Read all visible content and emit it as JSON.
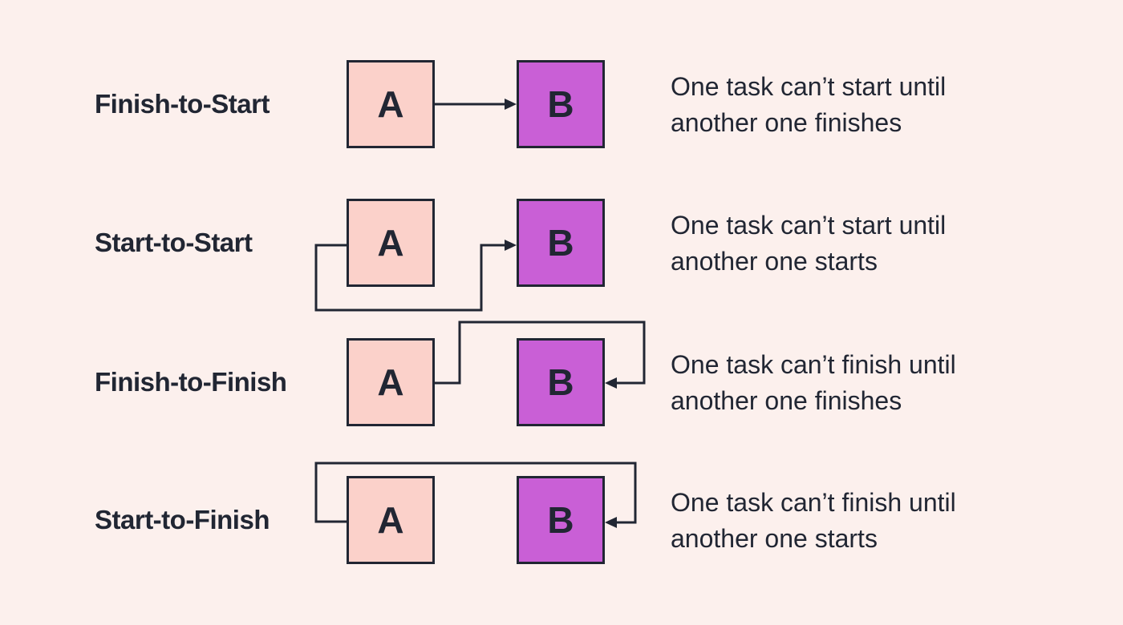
{
  "colors": {
    "background": "#FCF0ED",
    "task_a_fill": "#FBD1CA",
    "task_b_fill": "#C95FD6",
    "stroke_and_text": "#212633"
  },
  "rows": [
    {
      "label": "Finish-to-Start",
      "task_a": "A",
      "task_b": "B",
      "desc_line1": "One task can’t start until",
      "desc_line2": "another one finishes"
    },
    {
      "label": "Start-to-Start",
      "task_a": "A",
      "task_b": "B",
      "desc_line1": "One task can’t start until",
      "desc_line2": "another one starts"
    },
    {
      "label": "Finish-to-Finish",
      "task_a": "A",
      "task_b": "B",
      "desc_line1": "One task can’t finish until",
      "desc_line2": "another one finishes"
    },
    {
      "label": "Start-to-Finish",
      "task_a": "A",
      "task_b": "B",
      "desc_line1": "One task can’t finish until",
      "desc_line2": "another one starts"
    }
  ]
}
